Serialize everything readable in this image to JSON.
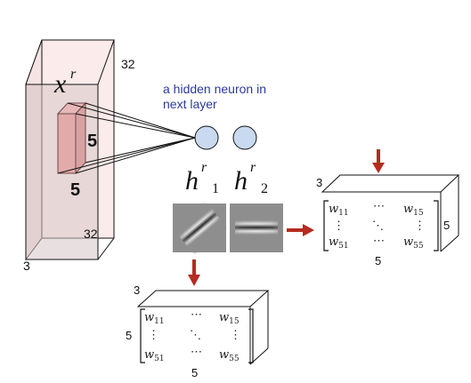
{
  "volume": {
    "label_main": "x",
    "label_sup": "r",
    "width_label": "32",
    "height_label": "32",
    "depth_label": "3",
    "receptive_field_size": "5",
    "receptive_field_size_bottom": "5",
    "colors": {
      "front_face": "#fcebeb",
      "side_face": "#f3dcdc",
      "shaded_region": "#d6c7c7",
      "filter_box": "#e8b8b8",
      "edge": "#111111"
    }
  },
  "neuron_caption": {
    "line1": "a hidden neuron in",
    "line2": "next layer",
    "color": "#2b3a9c"
  },
  "neurons": [
    {
      "main": "h",
      "sup": "r",
      "sub": "1",
      "fill": "#c9d9ef"
    },
    {
      "main": "h",
      "sup": "r",
      "sub": "2",
      "fill": "#c9d9ef"
    }
  ],
  "weight_tensors": [
    {
      "depth_label": "3",
      "rows_label": "5",
      "cols_label": "5",
      "matrix": [
        [
          "w11",
          "⋯",
          "w15"
        ],
        [
          "⋮",
          "⋱",
          "⋮"
        ],
        [
          "w51",
          "⋯",
          "w55"
        ]
      ],
      "rows_side": "right"
    },
    {
      "depth_label": "3",
      "rows_label": "5",
      "cols_label": "5",
      "matrix": [
        [
          "w11",
          "⋯",
          "w15"
        ],
        [
          "⋮",
          "⋱",
          "⋮"
        ],
        [
          "w51",
          "⋯",
          "w55"
        ]
      ],
      "rows_side": "left"
    }
  ],
  "arrow_color": "#b52b1f"
}
